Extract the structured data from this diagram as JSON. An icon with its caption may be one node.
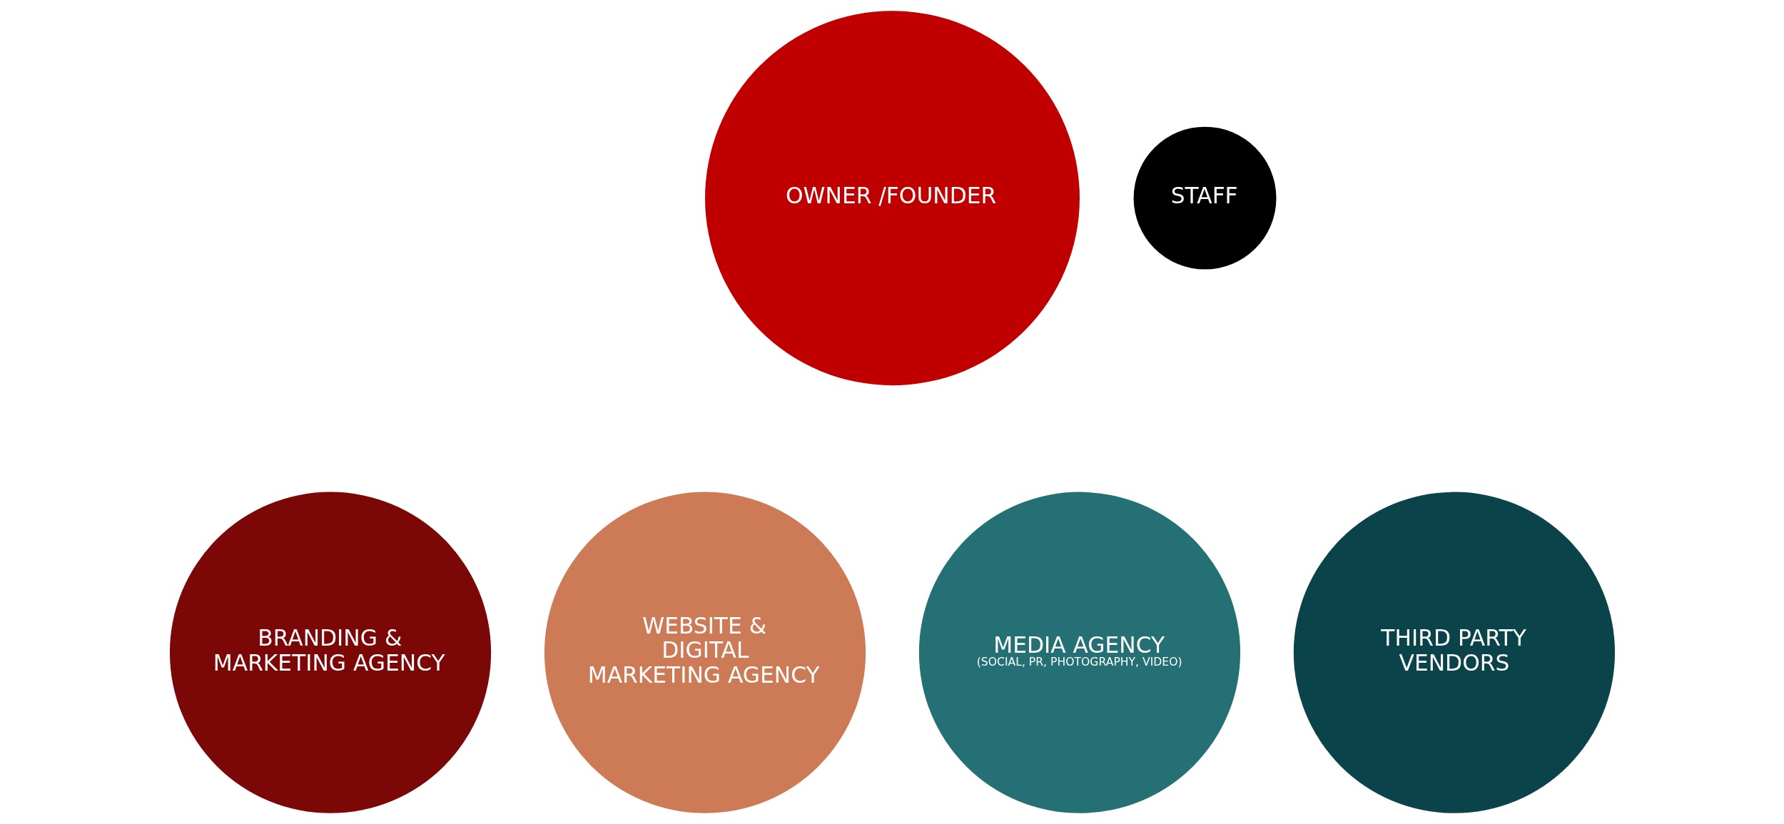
{
  "diagram": {
    "nodes": [
      {
        "text": [
          "OWNER /FOUNDER"
        ]
      },
      {
        "text": [
          "STAFF"
        ]
      },
      {
        "text": [
          "BRANDING & MARKETING AGENCY"
        ]
      },
      {
        "text": [
          "WEBSITE & DIGITAL MARKETING AGENCY"
        ]
      },
      {
        "text": [
          "MEDIA AGENCY",
          "(SOCIAL, PR, PHOTOGRAPHY, VIDEO)"
        ]
      },
      {
        "text": [
          "THIRD PARTY VENDORS"
        ]
      }
    ],
    "edges": []
  }
}
